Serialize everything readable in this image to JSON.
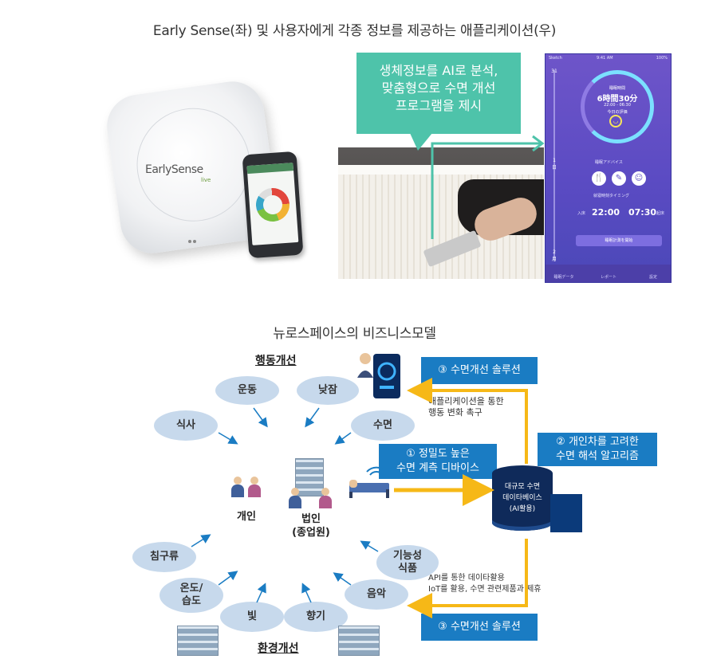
{
  "top_caption": "Early Sense(좌) 및 사용자에게 각종 정보를 제공하는 애플리케이션(우)",
  "device": {
    "brand": "EarlySense",
    "sub": "live"
  },
  "bubble_lines": [
    "생체정보를 AI로 분석,",
    "맞춤형으로 수면 개선",
    "프로그램을 제시"
  ],
  "app": {
    "status_left": "Sketch",
    "status_mid": "9:41 AM",
    "status_right": "100%",
    "rail_top": "31",
    "rail_mid": "1\n日",
    "rail_bottom": "2\n月",
    "gauge_label": "睡眠時間",
    "gauge_value": "6時間30分",
    "gauge_range": "22:00 - 06:30",
    "gauge_score": "今日の評価",
    "advice_label": "睡眠アドバイス",
    "timing_label": "就寝時刻タイミング",
    "bed_label": "入床",
    "bed_time": "22:00",
    "wake_label": "起床",
    "wake_time": "07:30",
    "button_label": "睡眠計測を開始",
    "tabs": [
      "睡眠データ",
      "レポート",
      "設定"
    ]
  },
  "bottom_caption": "뉴로스페이스의 비즈니스모델",
  "diagram": {
    "behavior_title": "행동개선",
    "environment_title": "환경개선",
    "behavior_items": [
      "운동",
      "낮잠",
      "식사",
      "수면"
    ],
    "environment_items": [
      "침구류",
      "온도/\n습도",
      "빛",
      "향기",
      "음악",
      "기능성\n식품"
    ],
    "solution_top": "③ 수면개선 솔루션",
    "solution_bottom": "③ 수면개선 솔루션",
    "app_note": "애플리케이션을 통한\n행동 변화 촉구",
    "device_box": "① 정밀도 높은\n수면 계측 디바이스",
    "algorithm_box": "② 개인차를 고려한\n수면 해석 알고리즘",
    "database": "대규모 수면\n데이타베이스\n(AI활용)",
    "personal": "개인",
    "corporate": "법인\n(종업원)",
    "api_note": "API를 통한 데이타활용\nIoT를 활용, 수면 관련제품과 제휴"
  },
  "colors": {
    "accent_teal": "#4ec3aa",
    "accent_blue": "#1a7cc3",
    "arrow_orange": "#f6b817",
    "oval": "#c7d9ec",
    "app_purple": "#5b4bc3"
  }
}
